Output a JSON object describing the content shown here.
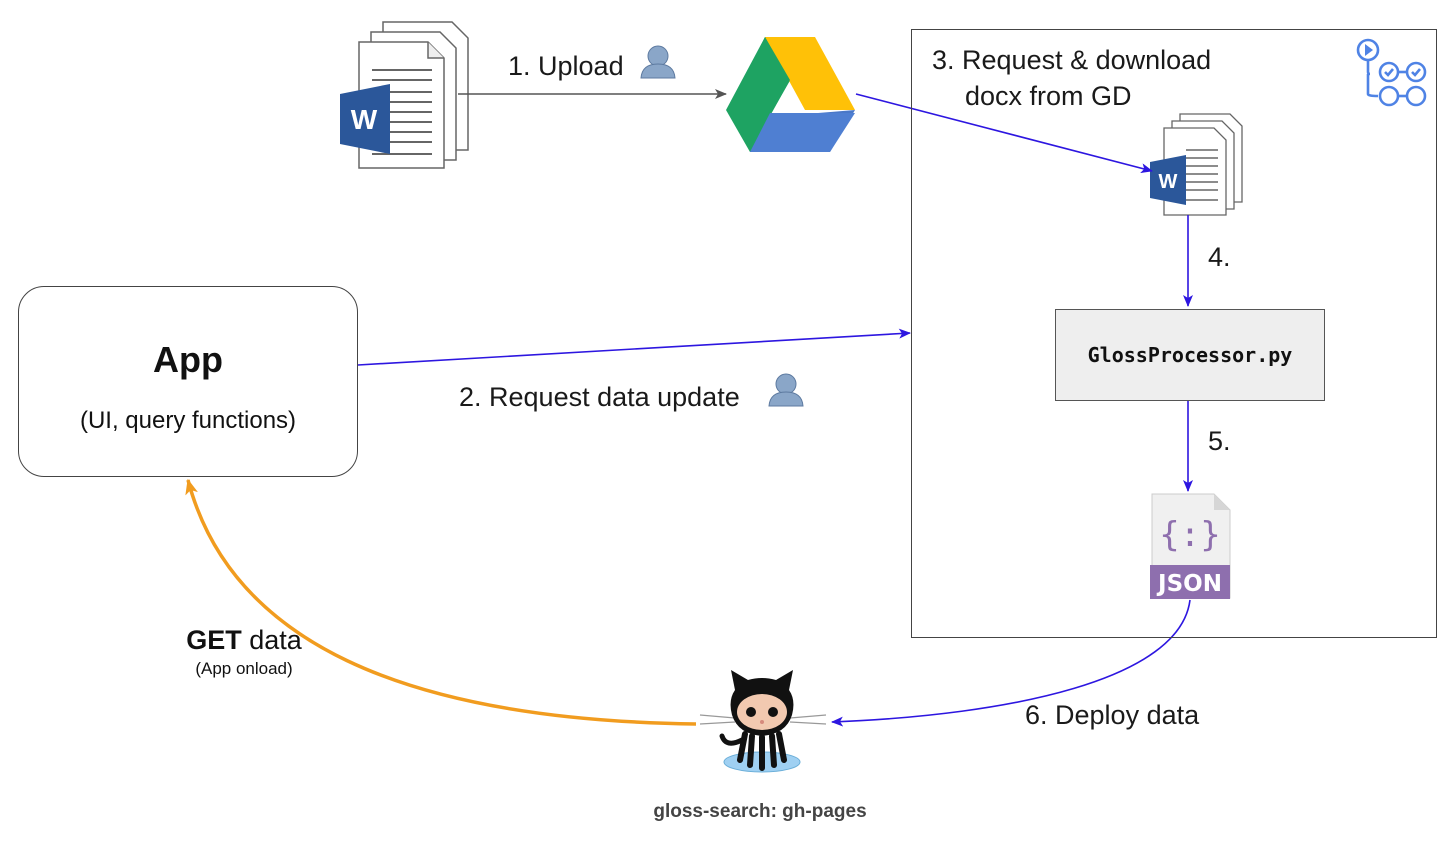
{
  "colors": {
    "arrow_blue": "#2d16e0",
    "arrow_orange": "#f19c1f",
    "arrow_gray": "#555555"
  },
  "steps": {
    "upload": "1. Upload",
    "request_update": "2. Request data update",
    "request_download_line1": "3. Request & download",
    "request_download_line2": "docx from GD",
    "step4": "4.",
    "step5": "5.",
    "deploy": "6. Deploy data"
  },
  "app": {
    "title": "App",
    "subtitle": "(UI, query functions)"
  },
  "processor": {
    "label": "GlossProcessor.py"
  },
  "get": {
    "strong": "GET",
    "rest": " data",
    "sub": "(App onload)"
  },
  "github": {
    "label": "gloss-search: gh-pages"
  },
  "icons": {
    "word_logo": "W",
    "json_badge": "JSON",
    "json_braces": "{:}",
    "user": "user-icon",
    "drive": "google-drive-icon",
    "actions": "github-actions-icon",
    "octocat": "octocat-icon"
  }
}
